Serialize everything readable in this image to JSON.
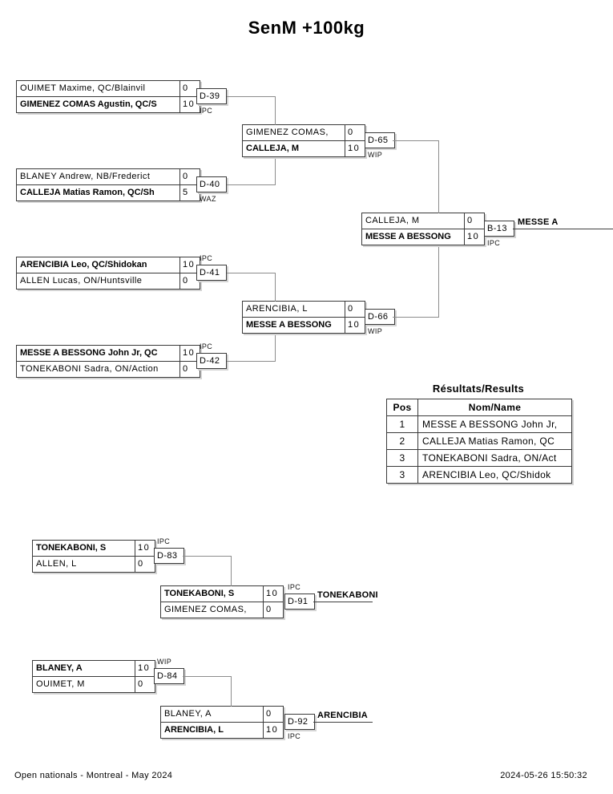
{
  "title": "SenM +100kg",
  "bracket": {
    "m39": {
      "label": "D-39",
      "code": "IPC",
      "p1": {
        "name": "OUIMET Maxime, QC/Blainvil",
        "score": "0"
      },
      "p2": {
        "name": "GIMENEZ COMAS Agustin, QC/S",
        "score": "10"
      }
    },
    "m40": {
      "label": "D-40",
      "code": "WAZ",
      "p1": {
        "name": "BLANEY Andrew, NB/Frederict",
        "score": "0"
      },
      "p2": {
        "name": "CALLEJA Matias Ramon, QC/Sh",
        "score": "5"
      }
    },
    "m41": {
      "label": "D-41",
      "code": "IPC",
      "p1": {
        "name": "ARENCIBIA Leo, QC/Shidokan",
        "score": "10"
      },
      "p2": {
        "name": "ALLEN Lucas, ON/Huntsville",
        "score": "0"
      }
    },
    "m42": {
      "label": "D-42",
      "code": "IPC",
      "p1": {
        "name": "MESSE A BESSONG John Jr, QC",
        "score": "10"
      },
      "p2": {
        "name": "TONEKABONI Sadra, ON/Action",
        "score": "0"
      }
    },
    "m65": {
      "label": "D-65",
      "code": "WIP",
      "p1": {
        "name": "GIMENEZ COMAS,",
        "score": "0"
      },
      "p2": {
        "name": "CALLEJA, M",
        "score": "10"
      }
    },
    "m66": {
      "label": "D-66",
      "code": "WIP",
      "p1": {
        "name": "ARENCIBIA, L",
        "score": "0"
      },
      "p2": {
        "name": "MESSE A BESSONG",
        "score": "10"
      }
    },
    "b13": {
      "label": "B-13",
      "code": "IPC",
      "winner": "MESSE A",
      "p1": {
        "name": "CALLEJA, M",
        "score": "0"
      },
      "p2": {
        "name": "MESSE A BESSONG",
        "score": "10"
      }
    }
  },
  "repechage": {
    "m83": {
      "label": "D-83",
      "code": "IPC",
      "p1": {
        "name": "TONEKABONI, S",
        "score": "10"
      },
      "p2": {
        "name": "ALLEN, L",
        "score": "0"
      }
    },
    "m91": {
      "label": "D-91",
      "code": "IPC",
      "winner": "TONEKABONI",
      "p1": {
        "name": "TONEKABONI, S",
        "score": "10"
      },
      "p2": {
        "name": "GIMENEZ COMAS,",
        "score": "0"
      }
    },
    "m84": {
      "label": "D-84",
      "code": "WIP",
      "p1": {
        "name": "BLANEY, A",
        "score": "10"
      },
      "p2": {
        "name": "OUIMET, M",
        "score": "0"
      }
    },
    "m92": {
      "label": "D-92",
      "code": "IPC",
      "winner": "ARENCIBIA",
      "p1": {
        "name": "BLANEY, A",
        "score": "0"
      },
      "p2": {
        "name": "ARENCIBIA, L",
        "score": "10"
      }
    }
  },
  "results": {
    "title": "Résultats/Results",
    "headers": {
      "pos": "Pos",
      "name": "Nom/Name"
    },
    "rows": [
      {
        "pos": "1",
        "name": "MESSE A BESSONG John Jr,"
      },
      {
        "pos": "2",
        "name": "CALLEJA Matias Ramon, QC"
      },
      {
        "pos": "3",
        "name": "TONEKABONI Sadra, ON/Act"
      },
      {
        "pos": "3",
        "name": "ARENCIBIA Leo, QC/Shidok"
      }
    ]
  },
  "footer": {
    "left": "Open nationals - Montreal - May 2024",
    "right": "2024-05-26 15:50:32"
  }
}
